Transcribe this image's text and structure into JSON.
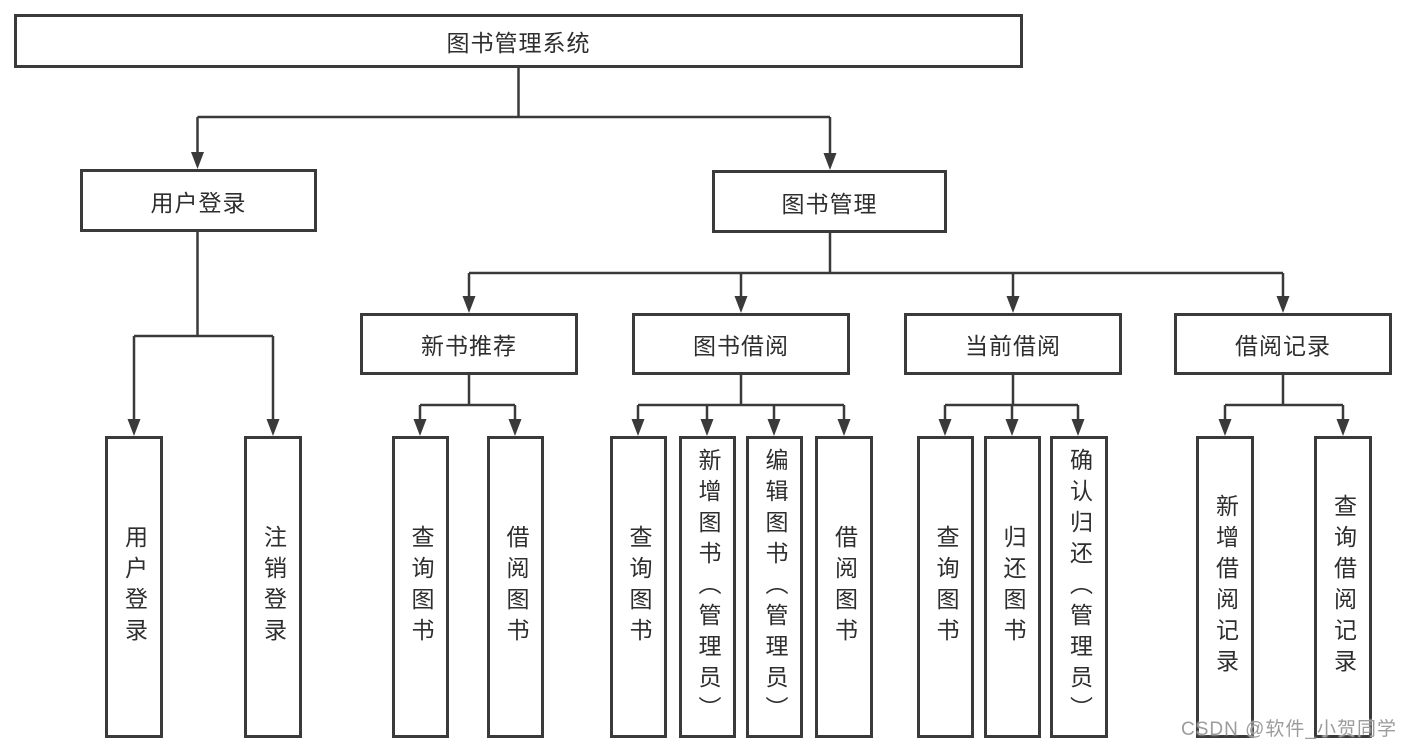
{
  "colors": {
    "line": "#3a3a3a",
    "box_border": "#3a3a3a",
    "background": "#ffffff",
    "watermark": "#9c9c9c"
  },
  "watermark": "CSDN @软件_小贺同学",
  "root": {
    "label": "图书管理系统"
  },
  "user_login": {
    "label": "用户登录",
    "children": [
      {
        "label": "用户登录"
      },
      {
        "label": "注销登录"
      }
    ]
  },
  "book_mgmt": {
    "label": "图书管理",
    "children": [
      {
        "label": "新书推荐",
        "children": [
          {
            "label": "查询图书"
          },
          {
            "label": "借阅图书"
          }
        ]
      },
      {
        "label": "图书借阅",
        "children": [
          {
            "label": "查询图书"
          },
          {
            "label": "新增图书（管理员）"
          },
          {
            "label": "编辑图书（管理员）"
          },
          {
            "label": "借阅图书"
          }
        ]
      },
      {
        "label": "当前借阅",
        "children": [
          {
            "label": "查询图书"
          },
          {
            "label": "归还图书"
          },
          {
            "label": "确认归还（管理员）"
          }
        ]
      },
      {
        "label": "借阅记录",
        "children": [
          {
            "label": "新增借阅记录"
          },
          {
            "label": "查询借阅记录"
          }
        ]
      }
    ]
  }
}
